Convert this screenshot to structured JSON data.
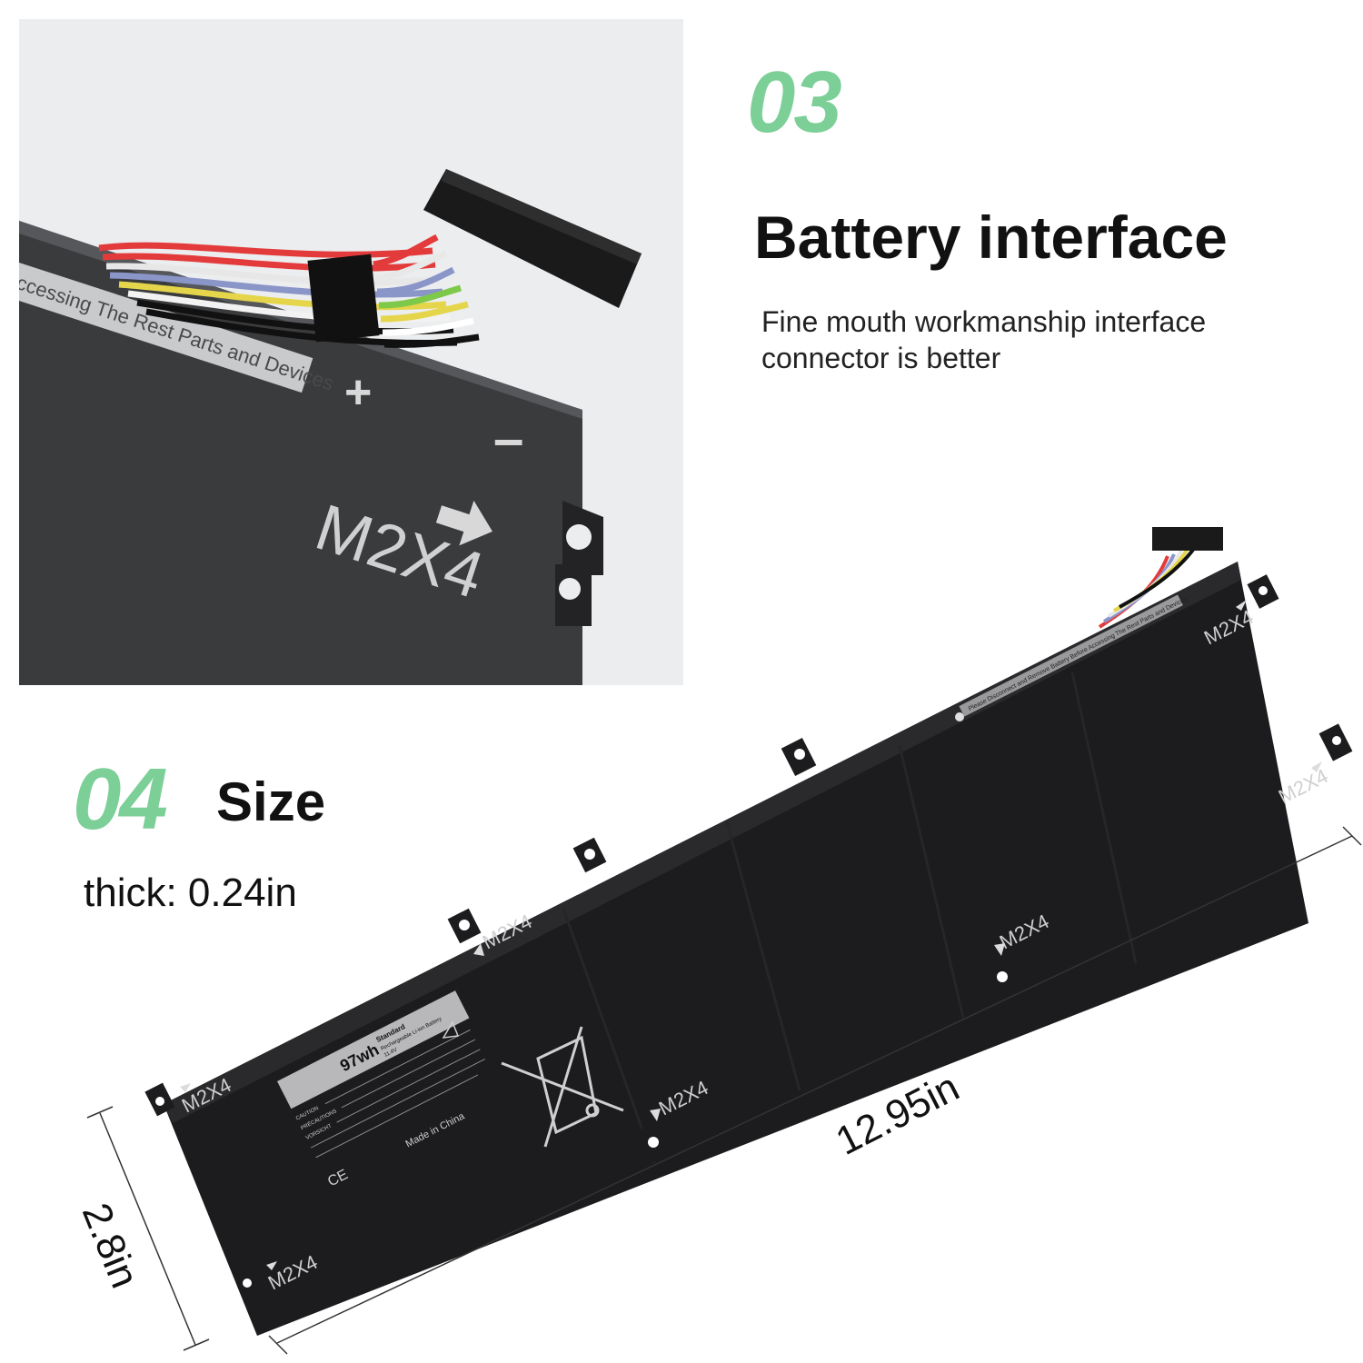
{
  "section3": {
    "number": "03",
    "title": "Battery interface",
    "description_line1": "Fine mouth workmanship interface",
    "description_line2": "connector is better"
  },
  "section4": {
    "number": "04",
    "title": "Size",
    "thickness": "thick: 0.24in",
    "length": "12.95in",
    "width": "2.8in"
  },
  "closeup": {
    "sticker_text": "Accessing The Rest Parts and Devices",
    "plus": "+",
    "minus": "–",
    "screw_label": "M2X4"
  },
  "battery": {
    "screw_label": "M2X4",
    "capacity": "97wh",
    "standard": "Standard",
    "type_line": "Rechargeable Li-ion Battery",
    "voltage": "11.4V",
    "made_in": "Made in China",
    "warning_strip": "Please Disconnect and Remove Battery Before Accessing The Rest Parts and Devices",
    "caution_label": "CAUTION",
    "precautions_label": "PRÉCAUTIONS",
    "vorsicht_label": "VORSICHT"
  },
  "colors": {
    "accent_green": "#7ccf97",
    "battery_body": "#1c1c1e",
    "closeup_bg": "#ecedef"
  }
}
